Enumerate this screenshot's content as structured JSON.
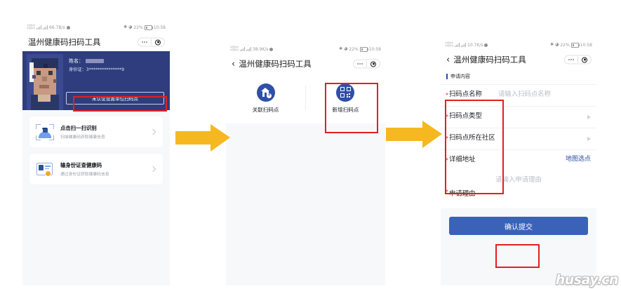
{
  "colors": {
    "brand_blue": "#2f4fa8",
    "profile_bg": "#2f3d7e",
    "annotation_red": "#e41f1f",
    "arrow_amber": "#f5b820",
    "submit_blue": "#3a63b8",
    "screen_bg": "#f7f8fa"
  },
  "watermark": {
    "text": "husay.cn"
  },
  "phone1": {
    "status": {
      "carrier_line1": "中国移动",
      "carrier_line2": "中国移动",
      "speed": "66.7B/s",
      "battery": "22%",
      "time": "10:58"
    },
    "titlebar": {
      "title": "温州健康码扫码工具",
      "more_icon": "more-dots-icon",
      "target_icon": "target-circle-icon"
    },
    "profile": {
      "name_label": "姓名：",
      "name_value": "",
      "id_label": "身份证：",
      "id_value": "3***************9",
      "unauth_button": "未认证设置单位扫码点",
      "avatar_icon": "pixelated-avatar"
    },
    "list": [
      {
        "title": "点击扫一扫识别",
        "subtitle": "扫描健康码获取健康信息",
        "icon": "scan-face-icon",
        "chevron": "chevron-right-icon"
      },
      {
        "title": "输身份证查健康码",
        "subtitle": "通过身份证获取健康码信息",
        "icon": "id-card-search-icon",
        "chevron": "chevron-right-icon"
      }
    ]
  },
  "phone2": {
    "status": {
      "carrier_line1": "中国移动",
      "carrier_line2": "中国移动",
      "speed": "38.9K/s",
      "battery": "22%",
      "time": "10:58"
    },
    "titlebar": {
      "back_icon": "chevron-left-icon",
      "title": "温州健康码扫码工具",
      "more_icon": "more-dots-icon",
      "target_icon": "target-circle-icon"
    },
    "entries": [
      {
        "label": "关联扫码点",
        "icon": "house-add-icon"
      },
      {
        "label": "新增扫码点",
        "icon": "qr-code-icon"
      }
    ]
  },
  "phone3": {
    "status": {
      "carrier_line1": "中国移动",
      "carrier_line2": "中国移动",
      "speed": "10.7K/s",
      "battery": "22%",
      "time": "10:58"
    },
    "titlebar": {
      "back_icon": "chevron-left-icon",
      "title": "温州健康码扫码工具",
      "more_icon": "more-dots-icon",
      "target_icon": "target-circle-icon"
    },
    "section_header": "申请内容",
    "fields": [
      {
        "label": "扫码点名称",
        "required": true,
        "value": "",
        "placeholder": "请输入扫码点名称",
        "control": "text"
      },
      {
        "label": "扫码点类型",
        "required": true,
        "value": "",
        "placeholder": "",
        "control": "select"
      },
      {
        "label": "扫码点所在社区",
        "required": true,
        "value": "",
        "placeholder": "",
        "control": "select"
      },
      {
        "label": "详细地址",
        "required": true,
        "value": "",
        "placeholder": "",
        "control": "map",
        "action_label": "地图选点"
      }
    ],
    "reason": {
      "label": "申请理由",
      "required": true,
      "placeholder": "请输入申请理由",
      "value": ""
    },
    "submit_button": "确认提交"
  }
}
